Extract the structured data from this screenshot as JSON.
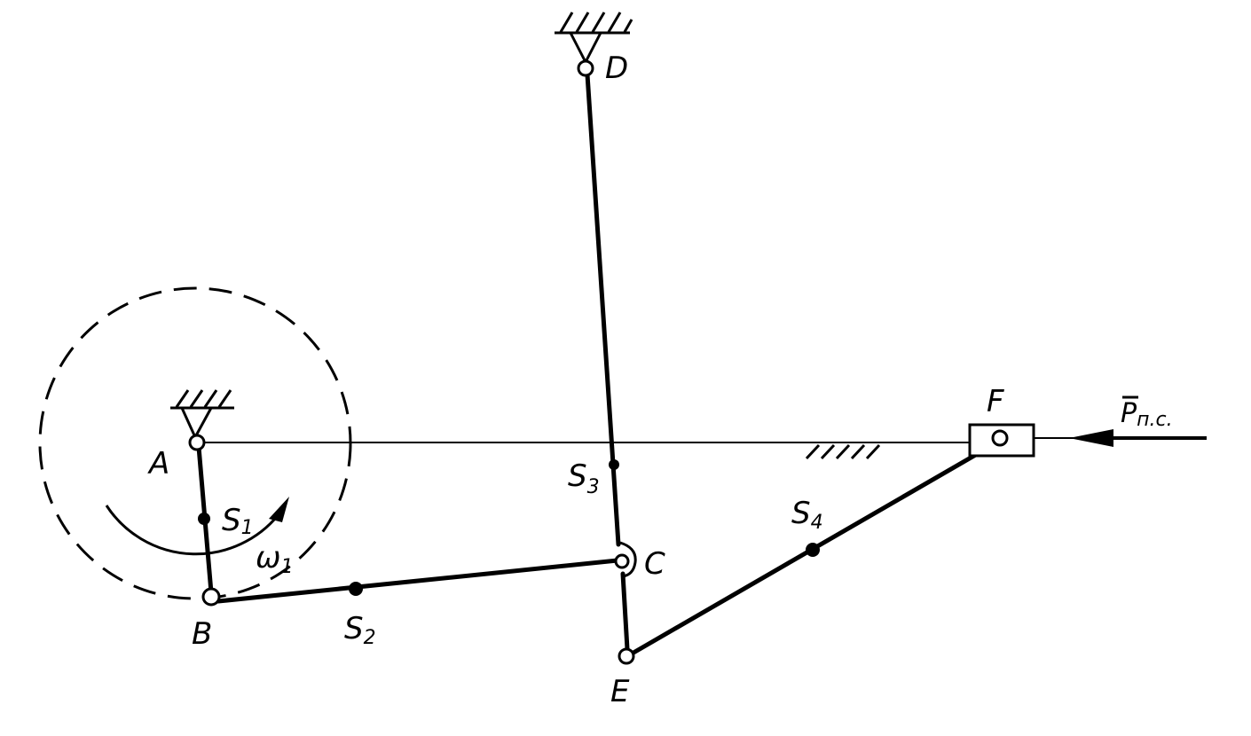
{
  "diagram": {
    "points": {
      "A": "A",
      "B": "B",
      "C": "C",
      "D": "D",
      "E": "E",
      "F": "F"
    },
    "centers_of_mass": [
      {
        "letter": "S",
        "index": "1"
      },
      {
        "letter": "S",
        "index": "2"
      },
      {
        "letter": "S",
        "index": "3"
      },
      {
        "letter": "S",
        "index": "4"
      }
    ],
    "angular_velocity": {
      "letter": "ω",
      "index": "1"
    },
    "force": {
      "label": "P",
      "subscript": "п.с."
    },
    "colors": {
      "ink": "#000000",
      "paper": "#ffffff"
    }
  }
}
